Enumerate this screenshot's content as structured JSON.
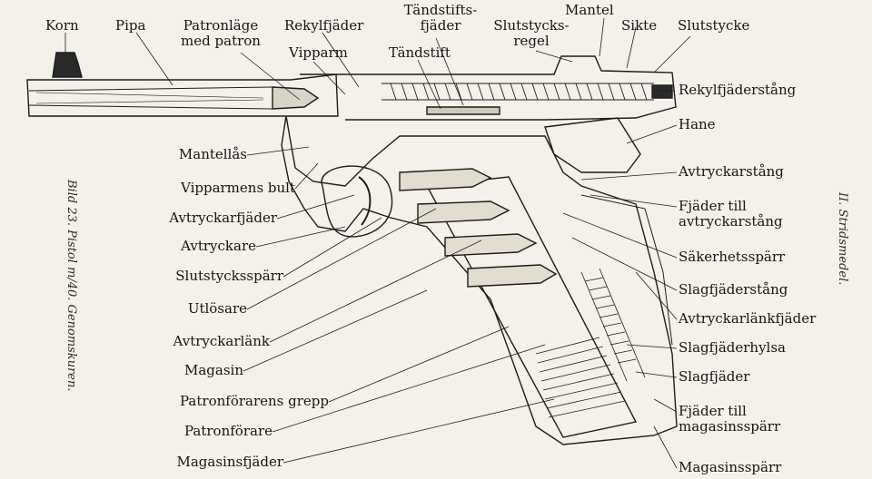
{
  "caption": "Bild 23. Pistol m/40. Genomskuren.",
  "chapter": "II. Stridsmedel.",
  "top_labels": {
    "korn": "Korn",
    "pipa": "Pipa",
    "patronlage": "Patronläge\nmed patron",
    "rekylfjader": "Rekylfjäder",
    "vipparm": "Vipparm",
    "tandstiftsfjader": "Tändstifts-\nfjäder",
    "tandstift": "Tändstift",
    "slutstycksregel": "Slutstycks-\nregel",
    "mantel": "Mantel",
    "sikte": "Sikte",
    "slutstycke": "Slutstycke"
  },
  "left_labels": [
    "Mantellås",
    "Vipparmens bult",
    "Avtryckarfjäder",
    "Avtryckare",
    "Slutstycksspärr",
    "Utlösare",
    "Avtryckarlänk",
    "Magasin",
    "Patronförarens grepp",
    "Patronförare",
    "Magasinsfjäder"
  ],
  "right_labels": [
    "Rekylfjäderstång",
    "Hane",
    "Avtryckarstång",
    "Fjäder till\navtryckarstång",
    "Säkerhetsspärr",
    "Slagfjäderstång",
    "Avtryckarlänkfjäder",
    "Slagfjäderhylsa",
    "Slagfjäder",
    "Fjäder till\nmagasinsspärr",
    "Magasinsspärr"
  ]
}
